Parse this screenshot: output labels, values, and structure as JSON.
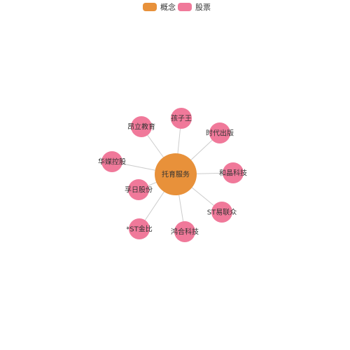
{
  "legend": [
    {
      "label": "概念",
      "color": "#E8913A"
    },
    {
      "label": "股票",
      "color": "#F0799A"
    }
  ],
  "colors": {
    "concept": "#E8913A",
    "stock": "#F0799A",
    "edge": "#cccccc",
    "label": "#333333"
  },
  "graph": {
    "center": {
      "name": "托育服务",
      "category": "概念"
    },
    "nodes": [
      {
        "name": "孩子王",
        "category": "股票"
      },
      {
        "name": "时代出版",
        "category": "股票"
      },
      {
        "name": "和晶科技",
        "category": "股票"
      },
      {
        "name": "ST易联众",
        "category": "股票"
      },
      {
        "name": "鸿合科技",
        "category": "股票"
      },
      {
        "name": "*ST金比",
        "category": "股票"
      },
      {
        "name": "孚日股份",
        "category": "股票"
      },
      {
        "name": "华媒控股",
        "category": "股票"
      },
      {
        "name": "昂立教育",
        "category": "股票"
      }
    ]
  }
}
